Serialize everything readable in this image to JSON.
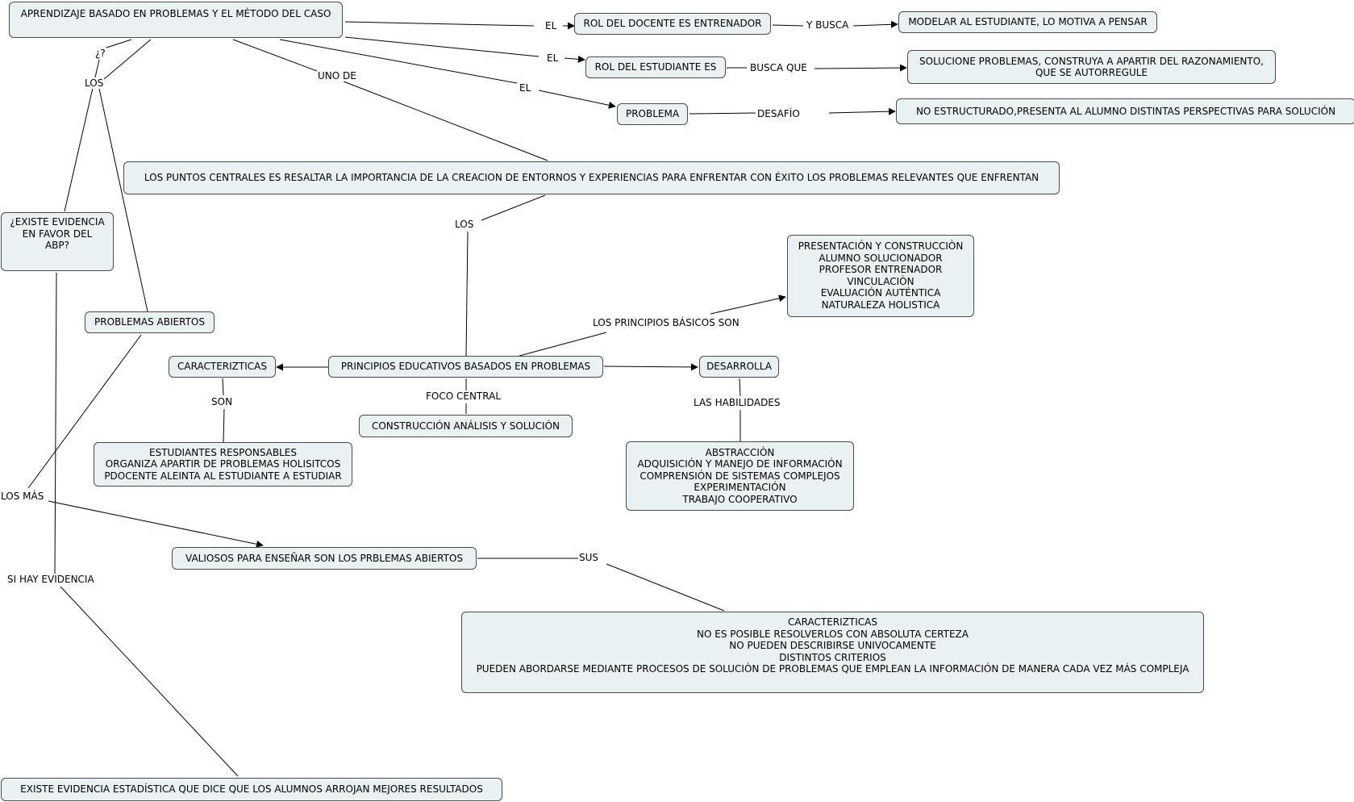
{
  "nodes": {
    "main": "APRENDIZAJE BASADO EN PROBLEMAS Y EL MÉTODO DEL CASO",
    "rol_docente": "ROL DEL DOCENTE ES ENTRENADOR",
    "modelar": "MODELAR AL ESTUDIANTE, LO MOTIVA A PENSAR",
    "rol_estudiante": "ROL DEL ESTUDIANTE ES",
    "solucione": [
      "SOLUCIONE PROBLEMAS, CONSTRUYA A APARTIR DEL RAZONAMIENTO,",
      "QUE SE AUTORREGULE"
    ],
    "problema": "PROBLEMA",
    "no_estructurado": "NO ESTRUCTURADO,PRESENTA AL ALUMNO DISTINTAS PERSPECTIVAS PARA SOLUCIÓN",
    "puntos_centrales": "LOS PUNTOS CENTRALES ES RESALTAR LA IMPORTANCIA DE LA CREACION DE ENTORNOS Y EXPERIENCIAS PARA ENFRENTAR CON ÉXITO LOS PROBLEMAS RELEVANTES QUE ENFRENTAN",
    "existe_evidencia": [
      "¿EXISTE EVIDENCIA",
      "EN FAVOR DEL",
      "ABP?"
    ],
    "presentacion": [
      "PRESENTACIÓN Y CONSTRUCCIÒN",
      "ALUMNO SOLUCIONADOR",
      "PROFESOR ENTRENADOR",
      "VINCULACIÒN",
      "EVALUACIÓN AUTÉNTICA",
      "NATURALEZA HOLISTICA"
    ],
    "problemas_abiertos": "PROBLEMAS ABIERTOS",
    "caracterizticas": "CARACTERIZTICAS",
    "principios": "PRINCIPIOS EDUCATIVOS BASADOS EN PROBLEMAS",
    "desarrolla": "DESARROLLA",
    "construccion": "CONSTRUCCIÓN ANÁLISIS Y SOLUCIÓN",
    "estudiantes_resp": [
      "ESTUDIANTES RESPONSABLES",
      "ORGANIZA APARTIR DE PROBLEMAS HOLISITCOS",
      "PDOCENTE ALEINTA AL ESTUDIANTE A ESTUDIAR"
    ],
    "abstraccion": [
      "ABSTRACCIÒN",
      "ADQUISICIÓN Y MANEJO DE INFORMACIÓN",
      "COMPRENSIÓN DE SISTEMAS COMPLEJOS",
      "EXPERIMENTACIÓN",
      "TRABAJO COOPERATIVO"
    ],
    "valiosos": "VALIOSOS PARA ENSEÑAR SON LOS PRBLEMAS ABIERTOS",
    "caract_problemas": [
      "CARACTERIZTICAS",
      "NO ES POSIBLE RESOLVERLOS CON ABSOLUTA CERTEZA",
      "NO PUEDEN DESCRIBIRSE UNIVOCAMENTE",
      "DISTINTOS CRITERIOS",
      "PUEDEN ABORDARSE MEDIANTE PROCESOS DE SOLUCIÒN DE PROBLEMAS QUE EMPLEAN LA INFORMACIÓN DE MANERA CADA VEZ MÁS COMPLEJA"
    ],
    "existe_estadistica": "EXISTE EVIDENCIA ESTADÍSTICA QUE DICE QUE LOS ALUMNOS ARROJAN MEJORES RESULTADOS"
  },
  "labels": {
    "el_1": "EL",
    "y_busca": "Y BUSCA",
    "el_2": "EL",
    "busca_que": "BUSCA QUE",
    "el_3": "EL",
    "desafio": "DESAFÍO",
    "uno_de": "UNO DE",
    "pregunta": "¿?",
    "los_1": "LOS",
    "los_2": "LOS",
    "principios_basicos": "LOS PRINCIPIOS BÁSICOS SON",
    "son": "SON",
    "foco_central": "FOCO CENTRAL",
    "las_habilidades": "LAS HABILIDADES",
    "los_mas": "LOS MÁS",
    "sus": "SUS",
    "si_hay_evidencia": "SI HAY EVIDENCIA"
  },
  "colors": {
    "node_fill": "#eaf1f3",
    "node_border": "#4a4a4a",
    "link": "#000000"
  }
}
